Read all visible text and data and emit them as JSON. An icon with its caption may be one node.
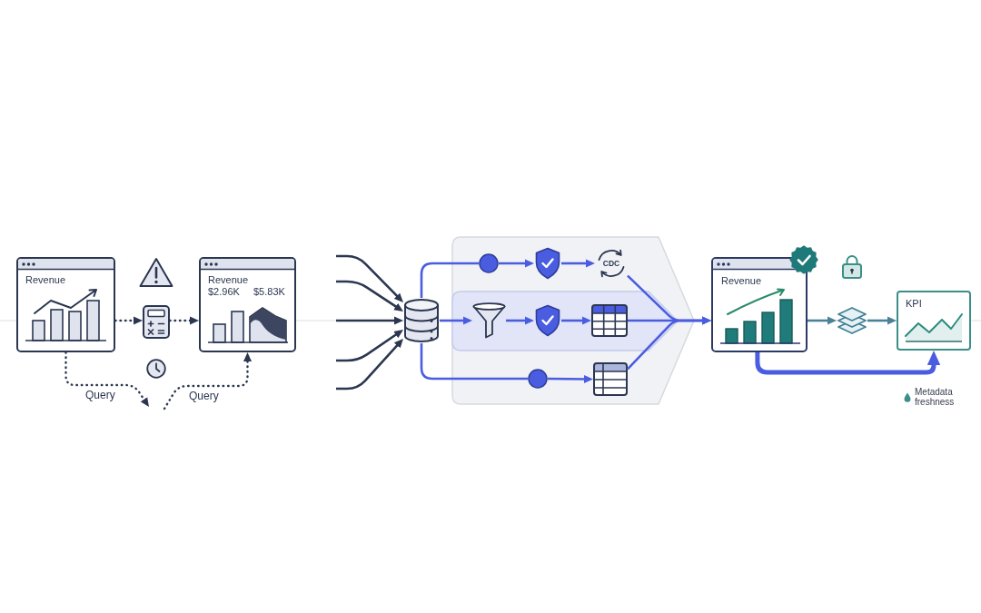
{
  "diagram": {
    "nodes": [
      {
        "text": [
          "Revenue"
        ]
      },
      {
        "text": [],
        "shape": "picture"
      },
      {
        "text": [
          "Revenue",
          "$2.96K",
          "$5.83K"
        ]
      },
      {
        "text": [],
        "shape": "cylinder"
      },
      {
        "text": [],
        "shape": "box"
      },
      {
        "text": [],
        "shape": "box",
        "in": 4
      },
      {
        "text": [],
        "shape": "circle",
        "in": 4
      },
      {
        "text": [],
        "shape": "picture",
        "in": 4
      },
      {
        "text": [
          "CDC"
        ],
        "in": 4
      },
      {
        "text": [],
        "shape": "picture",
        "in": 5
      },
      {
        "text": [],
        "shape": "picture",
        "in": 5
      },
      {
        "text": [],
        "shape": "picture",
        "in": 5
      },
      {
        "text": [],
        "shape": "circle",
        "in": 4
      },
      {
        "text": [],
        "shape": "picture",
        "in": 4
      },
      {
        "text": [
          "Revenue"
        ]
      },
      {
        "text": [],
        "shape": "picture"
      },
      {
        "text": [
          "KPI"
        ]
      }
    ],
    "edges": [
      {
        "from": 0,
        "to": 1,
        "arrow": "to",
        "style": "dashed",
        "color": "#2b3650"
      },
      {
        "from": 1,
        "to": 2,
        "arrow": "to",
        "style": "dashed",
        "color": "#2b3650"
      },
      {
        "from": 0,
        "to": null,
        "arrow": "to",
        "label": "Query",
        "style": "dashed",
        "color": "#2b3650"
      },
      {
        "from": null,
        "to": 2,
        "arrow": "to",
        "label": "Query",
        "style": "dashed",
        "color": "#2b3650"
      },
      {
        "from": null,
        "to": 3,
        "arrow": "to",
        "color": "#2b3650"
      },
      {
        "from": null,
        "to": 3,
        "arrow": "to",
        "color": "#2b3650"
      },
      {
        "from": null,
        "to": 3,
        "arrow": "to",
        "color": "#2b3650"
      },
      {
        "from": null,
        "to": 3,
        "arrow": "to",
        "color": "#2b3650"
      },
      {
        "from": null,
        "to": 3,
        "arrow": "to",
        "color": "#2b3650"
      },
      {
        "from": 3,
        "to": 6,
        "arrow": "none"
      },
      {
        "from": 6,
        "to": 7,
        "arrow": "to"
      },
      {
        "from": 7,
        "to": 8,
        "arrow": "to"
      },
      {
        "from": 3,
        "to": 9,
        "arrow": "to"
      },
      {
        "from": 9,
        "to": 10,
        "arrow": "to"
      },
      {
        "from": 10,
        "to": 11,
        "arrow": "to"
      },
      {
        "from": 3,
        "to": 12,
        "arrow": "none"
      },
      {
        "from": 12,
        "to": 13,
        "arrow": "to"
      },
      {
        "from": 8,
        "to": 14,
        "arrow": "to"
      },
      {
        "from": 11,
        "to": 14,
        "arrow": "to"
      },
      {
        "from": 13,
        "to": 14,
        "arrow": "to"
      },
      {
        "from": 14,
        "to": 15,
        "arrow": "to",
        "color": "#4a8196"
      },
      {
        "from": 15,
        "to": 16,
        "arrow": "to",
        "color": "#4a8196"
      },
      {
        "from": 14,
        "to": 16,
        "arrow": "to",
        "style": "thick"
      }
    ],
    "labels": [
      "Metadata freshness"
    ]
  }
}
